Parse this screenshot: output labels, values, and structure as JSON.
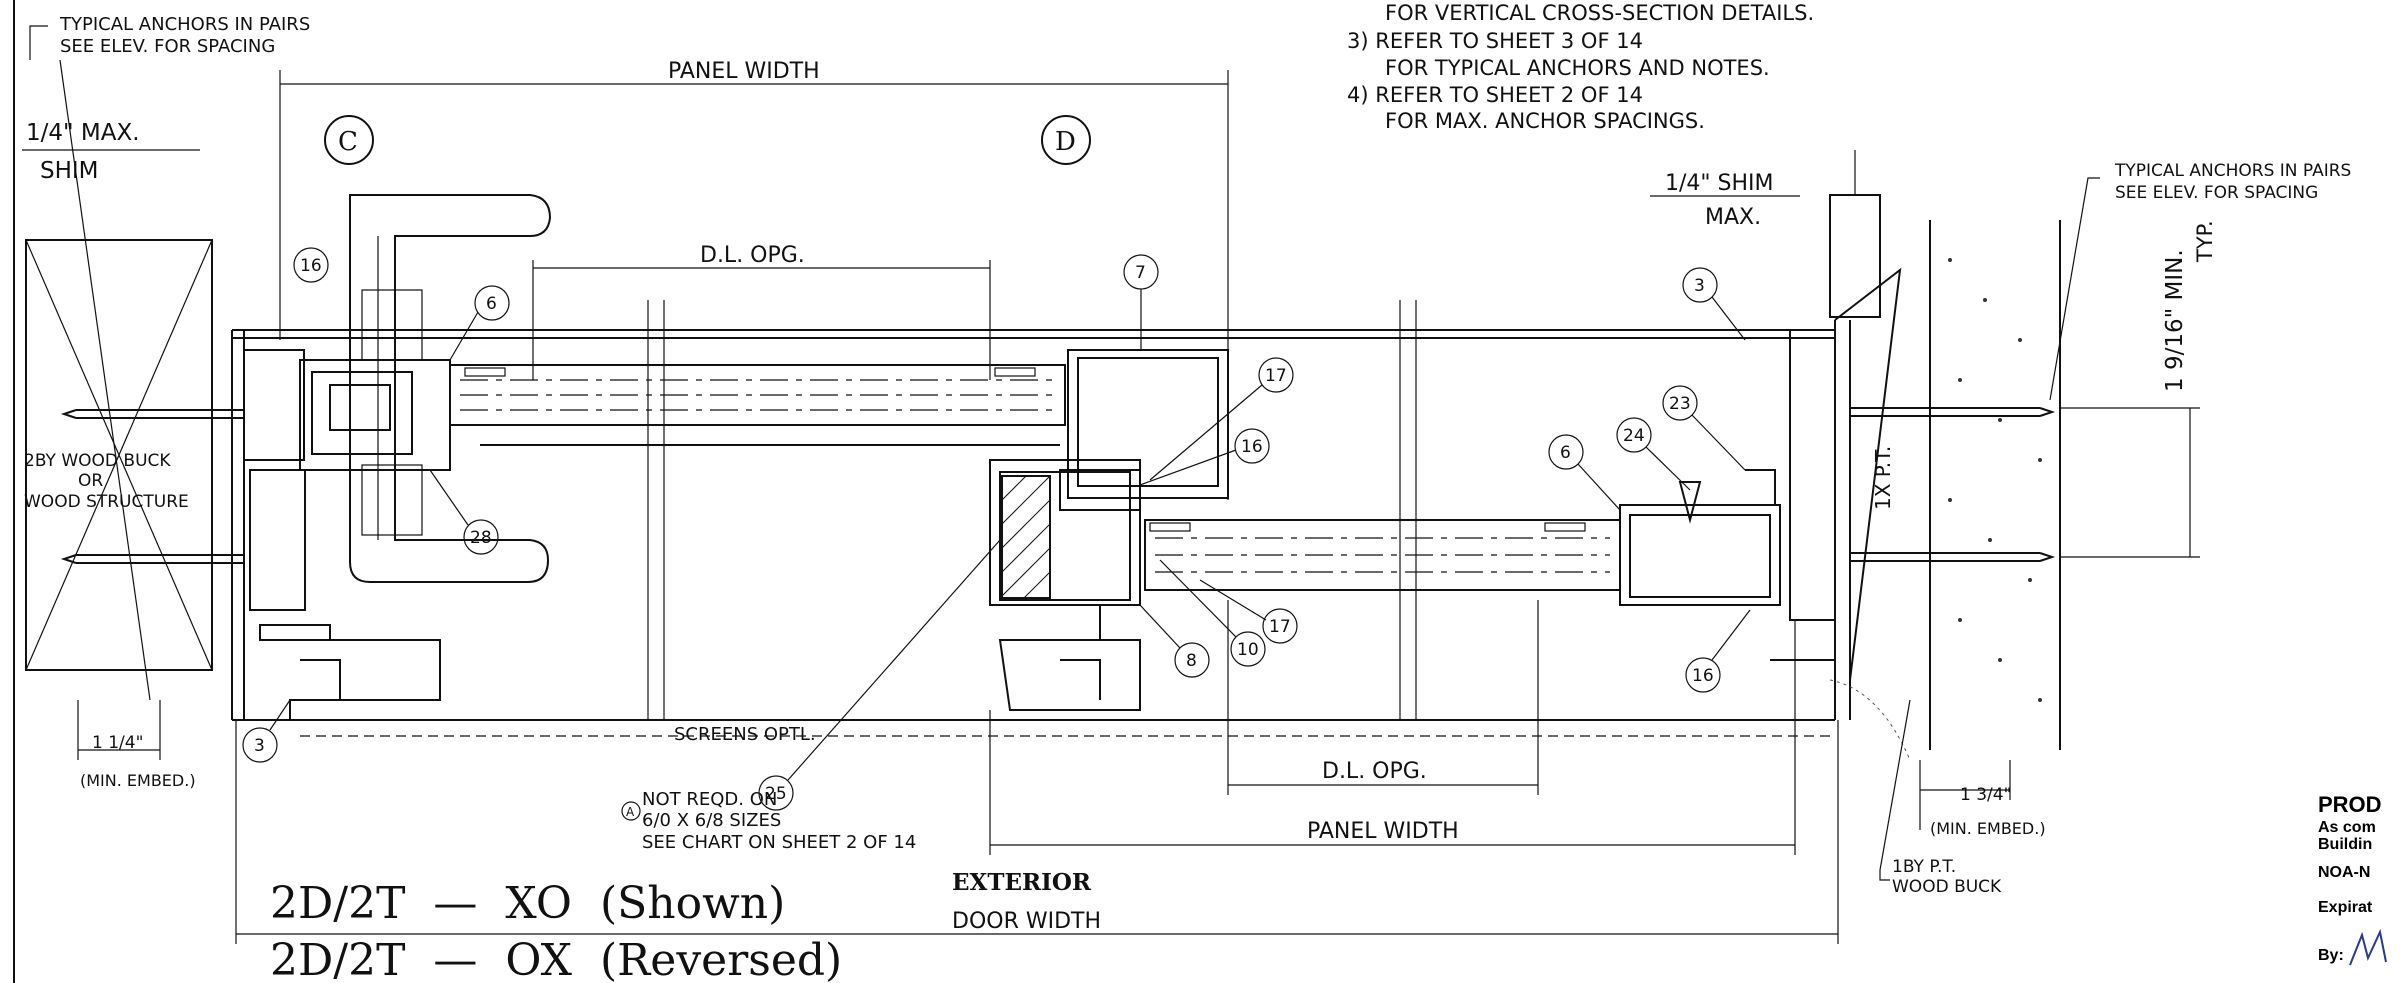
{
  "notes": {
    "n2_cont": "FOR VERTICAL CROSS-SECTION DETAILS.",
    "n3_a": "3) REFER TO SHEET 3 OF 14",
    "n3_b": "FOR TYPICAL ANCHORS AND NOTES.",
    "n4_a": "4) REFER TO SHEET 2 OF 14",
    "n4_b": "FOR MAX. ANCHOR SPACINGS."
  },
  "left": {
    "anchors_a": "TYPICAL ANCHORS IN PAIRS",
    "anchors_b": "SEE ELEV. FOR SPACING",
    "shim_a": "1/4\" MAX.",
    "shim_b": "SHIM",
    "buck_a": "2BY WOOD BUCK",
    "buck_b": "OR",
    "buck_c": "WOOD STRUCTURE",
    "embed_dim": "1 1/4\"",
    "embed_note": "(MIN. EMBED.)"
  },
  "right": {
    "anchors_a": "TYPICAL ANCHORS IN PAIRS",
    "anchors_b": "SEE ELEV. FOR SPACING",
    "shim_a": "1/4\" SHIM",
    "shim_b": "MAX.",
    "min_dim_a": "1 9/16\" MIN.",
    "min_dim_b": "TYP.",
    "pt": "1X P.T.",
    "embed_dim": "1 3/4\"",
    "embed_note": "(MIN. EMBED.)",
    "buck_a": "1BY P.T.",
    "buck_b": "WOOD BUCK"
  },
  "dims": {
    "panel_width_top": "PANEL WIDTH",
    "dl_opg_top": "D.L. OPG.",
    "dl_opg_bottom": "D.L. OPG.",
    "panel_width_bottom": "PANEL WIDTH",
    "screens": "SCREENS OPTL.",
    "door_width": "DOOR WIDTH",
    "exterior": "EXTERIOR"
  },
  "panels": {
    "c": "C",
    "d": "D"
  },
  "callouts": [
    "16",
    "6",
    "28",
    "7",
    "17",
    "16",
    "3",
    "23",
    "24",
    "6",
    "17",
    "10",
    "8",
    "16",
    "3",
    "25"
  ],
  "note_a": {
    "symbol": "A",
    "line1": "NOT REQD. ON",
    "line2": "6/0 X 6/8 SIZES",
    "line3": "SEE CHART ON SHEET 2 OF 14"
  },
  "titles": {
    "shown": "2D/2T  —  XO  (Shown)",
    "reversed": "2D/2T  —  OX  (Reversed)"
  },
  "approval": {
    "heading": "PROD",
    "line1": "As com",
    "line2": "Buildin",
    "line3": "NOA-N",
    "line4": "Expirat",
    "line5": "By:"
  }
}
